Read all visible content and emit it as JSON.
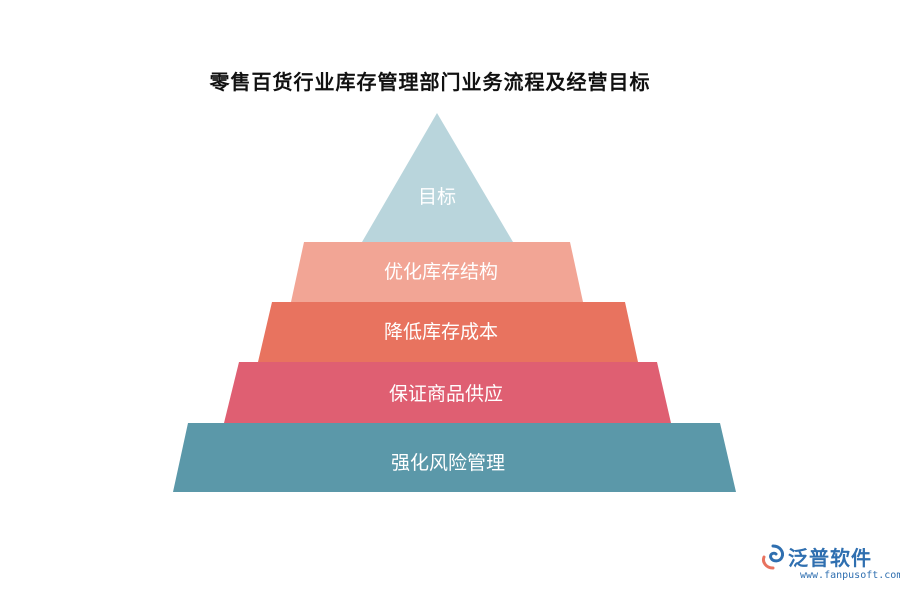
{
  "title": "零售百货行业库存管理部门业务流程及经营目标",
  "layers": [
    {
      "label": "目标",
      "color": "#b9d5dc"
    },
    {
      "label": "优化库存结构",
      "color": "#f2a595"
    },
    {
      "label": "降低库存成本",
      "color": "#e8735f"
    },
    {
      "label": "保证商品供应",
      "color": "#df5f72"
    },
    {
      "label": "强化风险管理",
      "color": "#5b98a9"
    }
  ],
  "logo": {
    "name": "泛普软件",
    "url": "www.fanpusoft.com"
  }
}
